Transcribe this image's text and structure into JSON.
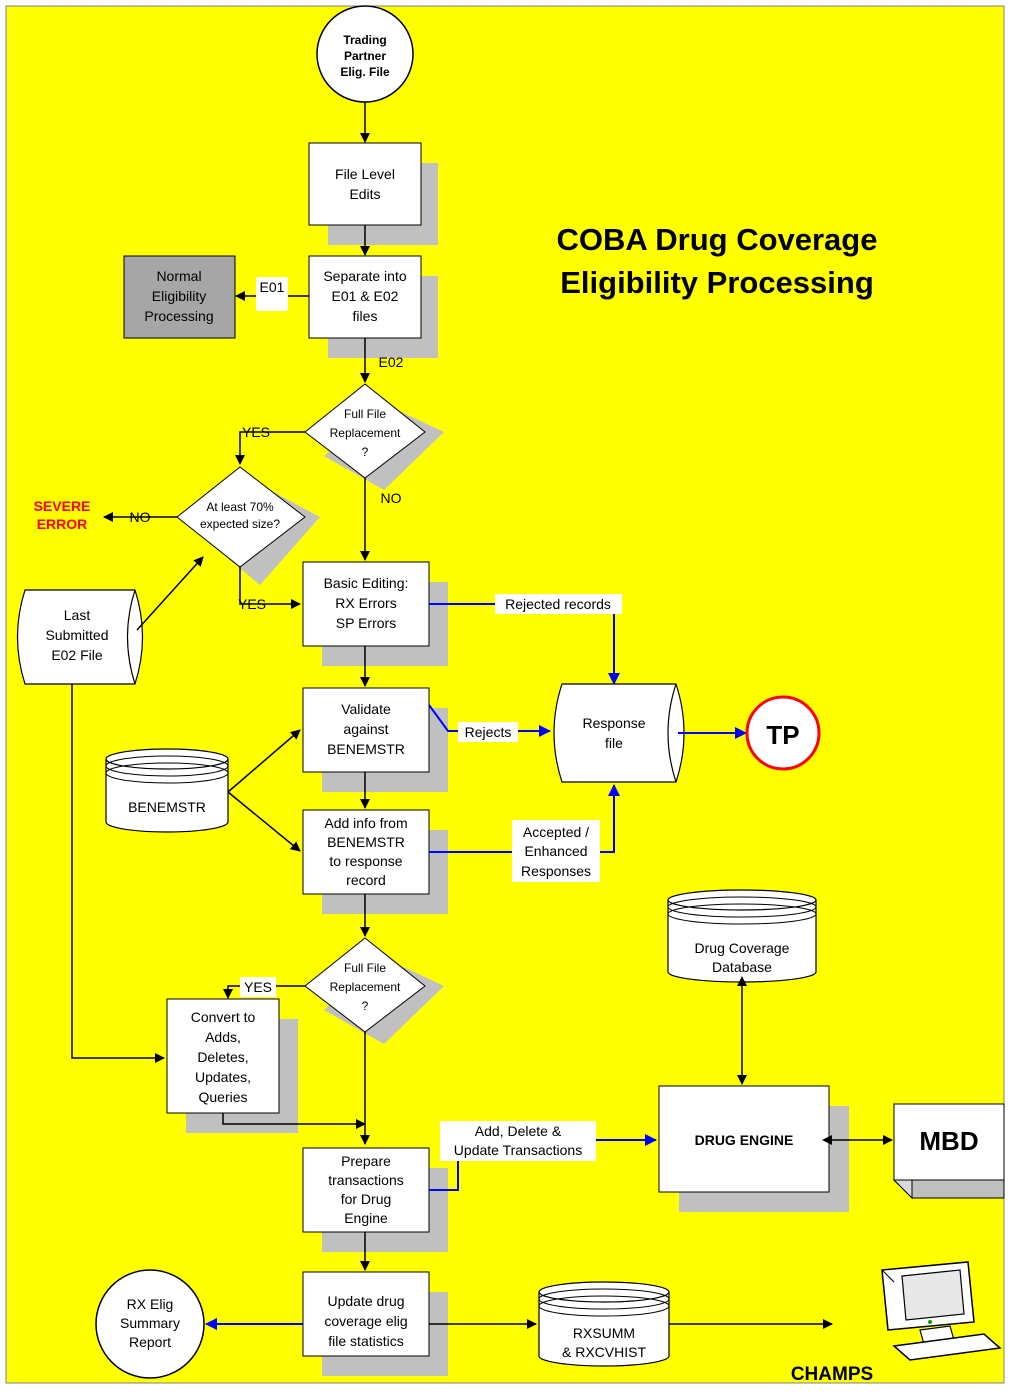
{
  "title": {
    "line1": "COBA Drug Coverage",
    "line2": "Eligibility Processing"
  },
  "start": {
    "line1": "Trading",
    "line2": "Partner",
    "line3": "Elig. File"
  },
  "file_level_edits": {
    "line1": "File Level",
    "line2": "Edits"
  },
  "separate": {
    "line1": "Separate into",
    "line2": "E01 & E02",
    "line3": "files"
  },
  "normal_elig": {
    "line1": "Normal",
    "line2": "Eligibility",
    "line3": "Processing"
  },
  "decision_full_file_1": {
    "line1": "Full File",
    "line2": "Replacement",
    "line3": "?"
  },
  "decision_70": {
    "line1": "At least 70%",
    "line2": "expected size?"
  },
  "severe_error": {
    "line1": "SEVERE",
    "line2": "ERROR"
  },
  "last_submitted": {
    "line1": "Last",
    "line2": "Submitted",
    "line3": "E02 File"
  },
  "basic_editing": {
    "line1": "Basic Editing:",
    "line2": "RX Errors",
    "line3": "SP Errors"
  },
  "validate": {
    "line1": "Validate",
    "line2": "against",
    "line3": "BENEMSTR"
  },
  "benemstr": {
    "label": "BENEMSTR"
  },
  "add_info": {
    "line1": "Add info from",
    "line2": "BENEMSTR",
    "line3": "to response",
    "line4": "record"
  },
  "response_file": {
    "line1": "Response",
    "line2": "file"
  },
  "tp": {
    "label": "TP"
  },
  "decision_full_file_2": {
    "line1": "Full File",
    "line2": "Replacement",
    "line3": "?"
  },
  "convert": {
    "line1": "Convert to",
    "line2": "Adds,",
    "line3": "Deletes,",
    "line4": "Updates,",
    "line5": "Queries"
  },
  "prepare": {
    "line1": "Prepare",
    "line2": "transactions",
    "line3": "for Drug",
    "line4": "Engine"
  },
  "drug_coverage_db": {
    "line1": "Drug Coverage",
    "line2": "Database"
  },
  "drug_engine": {
    "label": "DRUG ENGINE"
  },
  "mbd": {
    "label": "MBD"
  },
  "update_stats": {
    "line1": "Update drug",
    "line2": "coverage elig",
    "line3": "file statistics"
  },
  "rx_summary": {
    "line1": "RX Elig",
    "line2": "Summary",
    "line3": "Report"
  },
  "rxsumm": {
    "line1": "RXSUMM",
    "line2": "& RXCVHIST"
  },
  "champs": {
    "label": "CHAMPS"
  },
  "labels": {
    "e01": "E01",
    "e02": "E02",
    "yes1": "YES",
    "no1": "NO",
    "no_severe": "NO",
    "yes_70": "YES",
    "rejected_records": "Rejected records",
    "rejects": "Rejects",
    "accepted_line1": "Accepted /",
    "accepted_line2": "Enhanced",
    "accepted_line3": "Responses",
    "yes2": "YES",
    "add_delete_line1": "Add, Delete &",
    "add_delete_line2": "Update Transactions"
  },
  "colors": {
    "background": "#FFFF00",
    "shadow": "#C0C0C0",
    "blue_arrow": "#0000FF",
    "severe": "#FF0000",
    "normal_box": "#A6A6A6"
  }
}
